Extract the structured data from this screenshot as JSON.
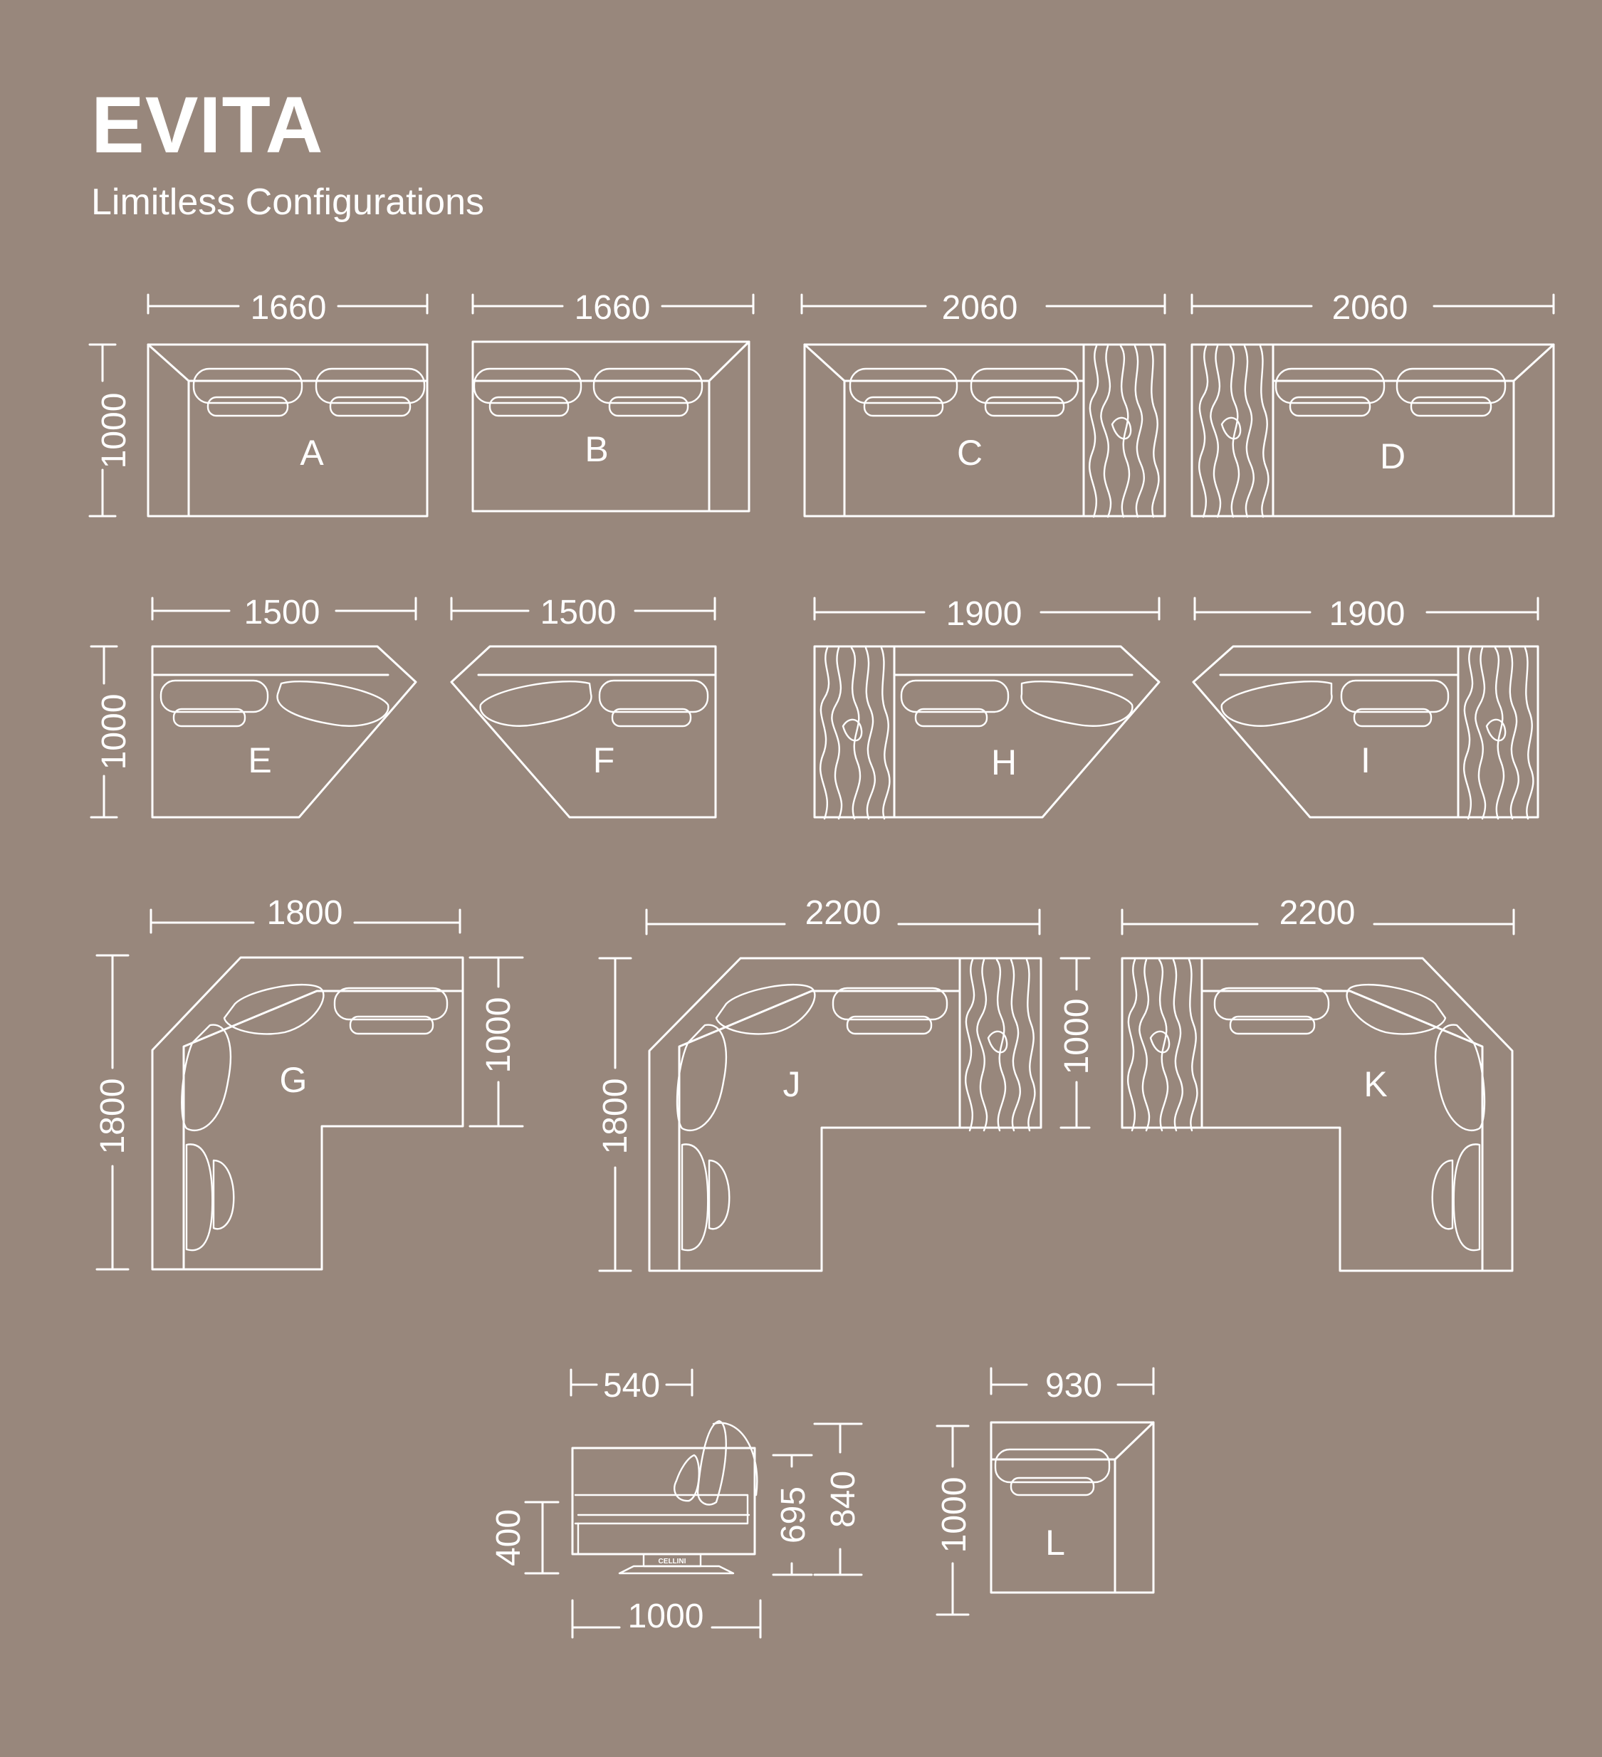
{
  "title": "EVITA",
  "subtitle": "Limitless Configurations",
  "configurations": [
    {
      "label": "A",
      "width": "1660",
      "depth": "1000"
    },
    {
      "label": "B",
      "width": "1660"
    },
    {
      "label": "C",
      "width": "2060"
    },
    {
      "label": "D",
      "width": "2060"
    },
    {
      "label": "E",
      "width": "1500",
      "depth": "1000"
    },
    {
      "label": "F",
      "width": "1500"
    },
    {
      "label": "H",
      "width": "1900"
    },
    {
      "label": "I",
      "width": "1900"
    },
    {
      "label": "G",
      "width": "1800",
      "depth": "1800",
      "depth2": "1000"
    },
    {
      "label": "J",
      "width": "2200",
      "depth": "1800"
    },
    {
      "label": "K",
      "width": "2200",
      "depth2": "1000"
    },
    {
      "label": "L",
      "width": "930",
      "depth": "1000"
    }
  ],
  "side_view": {
    "top": "540",
    "bottom": "1000",
    "seat_height": "400",
    "arm_height": "695",
    "back_height": "840",
    "brand": "CELLINI"
  },
  "colors": {
    "background": "#98877c",
    "line": "#ffffff"
  }
}
